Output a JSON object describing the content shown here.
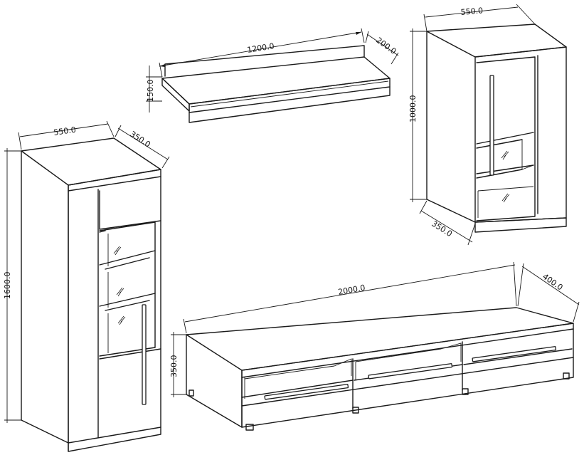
{
  "dimensions": {
    "shelf_width": "1200.0",
    "shelf_depth": "200.0",
    "shelf_height": "150.0",
    "cabinet_width": "550.0",
    "cabinet_depth": "350.0",
    "cabinet_height": "1000.0",
    "vitrine_width": "550.0",
    "vitrine_depth": "350.0",
    "vitrine_height": "1600.0",
    "tv_width": "2000.0",
    "tv_depth": "400.0",
    "tv_height": "350.0"
  }
}
